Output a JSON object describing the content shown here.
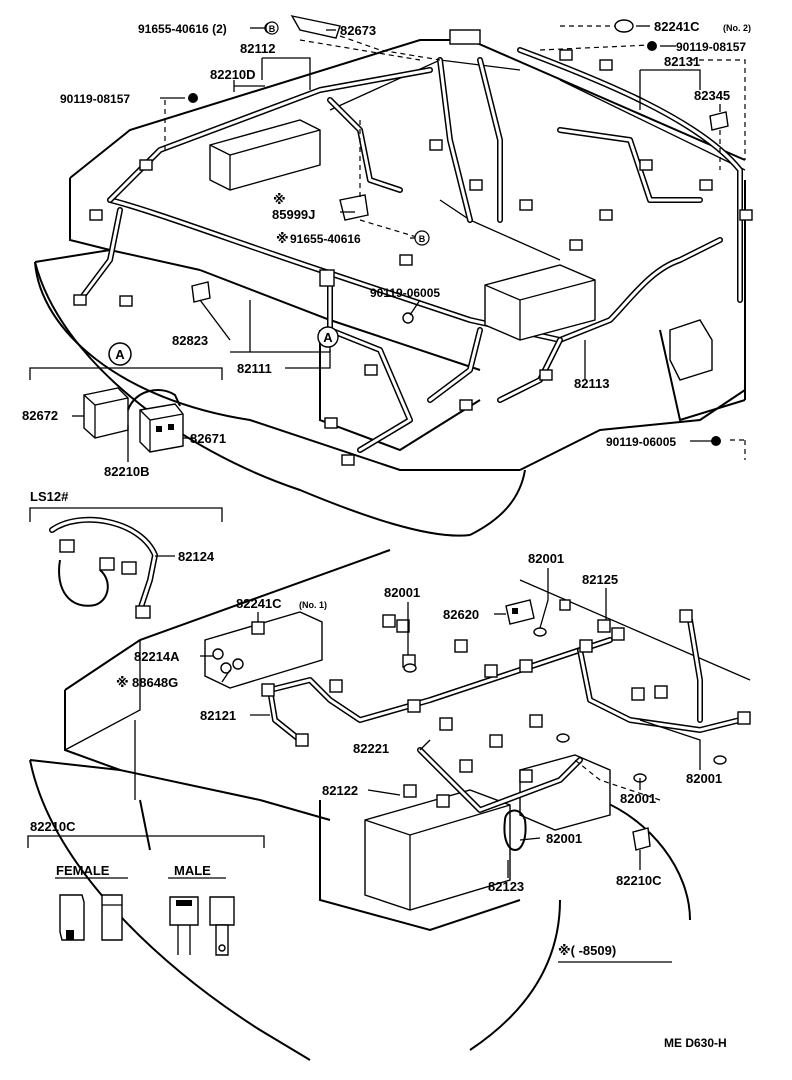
{
  "labels": {
    "p91655_40616_2": "91655-40616 (2)",
    "p82673": "82673",
    "p82241c_no2": "82241C",
    "no2": "(No. 2)",
    "p90119_08157_a": "90119-08157",
    "p82112": "82112",
    "p82210d": "82210D",
    "p82131": "82131",
    "p90119_08157_b": "90119-08157",
    "p82345": "82345",
    "p85999j": "85999J",
    "p91655_40616": "91655-40616",
    "p90119_06005_a": "90119-06005",
    "p82823": "82823",
    "p82111": "82111",
    "p82113": "82113",
    "p90119_06005_b": "90119-06005",
    "p82672": "82672",
    "p82671": "82671",
    "p82210b": "82210B",
    "ls12": "LS12#",
    "p82124": "82124",
    "p82241c_no1": "82241C",
    "no1": "(No. 1)",
    "p82001_a": "82001",
    "p82001_b": "82001",
    "p82620": "82620",
    "p82125": "82125",
    "p82214a": "82214A",
    "p88648g": "88648G",
    "p82121": "82121",
    "p82221": "82221",
    "p82122": "82122",
    "p82001_c": "82001",
    "p82001_d": "82001",
    "p82001_e": "82001",
    "p82123": "82123",
    "p82210c_b": "82210C",
    "p82210c": "82210C",
    "female": "FEMALE",
    "male": "MALE",
    "note": "※(      -8509)",
    "code": "ME  D630-H"
  },
  "markers": {
    "a": "A",
    "b": "B",
    "asterisk": "※"
  }
}
